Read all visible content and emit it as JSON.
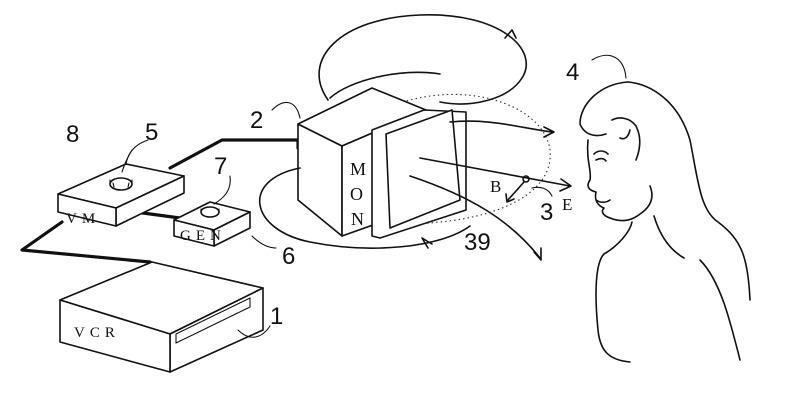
{
  "labels": {
    "vcr": "VCR",
    "vm": "VM",
    "gen": "GEN",
    "mon_m": "M",
    "mon_o": "O",
    "mon_n": "N",
    "letter_b": "B",
    "letter_e": "E"
  },
  "reference_numbers": {
    "n1": "1",
    "n2": "2",
    "n3": "3",
    "n4": "4",
    "n5": "5",
    "n6": "6",
    "n7": "7",
    "n8": "8",
    "n39": "39"
  },
  "colors": {
    "ink": "#111111",
    "background": "#ffffff"
  }
}
